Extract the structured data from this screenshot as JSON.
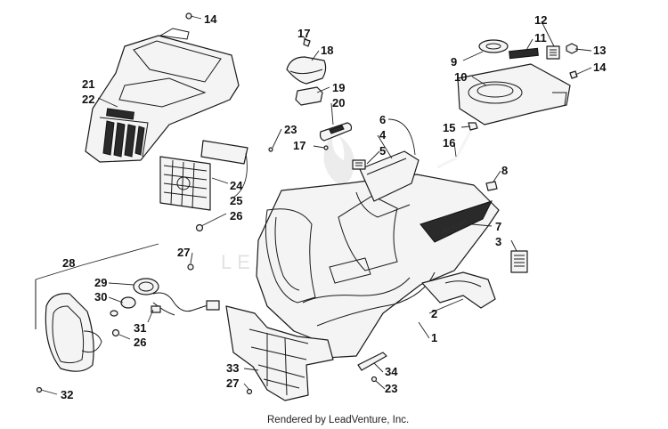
{
  "watermark_text": "LEADVENTURE",
  "footer_text": "Rendered by LeadVenture, Inc.",
  "callouts": [
    {
      "id": "c14a",
      "text": "14"
    },
    {
      "id": "c17a",
      "text": "17"
    },
    {
      "id": "c18",
      "text": "18"
    },
    {
      "id": "c12",
      "text": "12"
    },
    {
      "id": "c11",
      "text": "11"
    },
    {
      "id": "c9",
      "text": "9"
    },
    {
      "id": "c13",
      "text": "13"
    },
    {
      "id": "c14b",
      "text": "14"
    },
    {
      "id": "c10",
      "text": "10"
    },
    {
      "id": "c21",
      "text": "21"
    },
    {
      "id": "c22",
      "text": "22"
    },
    {
      "id": "c19",
      "text": "19"
    },
    {
      "id": "c20",
      "text": "20"
    },
    {
      "id": "c6",
      "text": "6"
    },
    {
      "id": "c4",
      "text": "4"
    },
    {
      "id": "c5",
      "text": "5"
    },
    {
      "id": "c15",
      "text": "15"
    },
    {
      "id": "c16",
      "text": "16"
    },
    {
      "id": "c23a",
      "text": "23"
    },
    {
      "id": "c17b",
      "text": "17"
    },
    {
      "id": "c8",
      "text": "8"
    },
    {
      "id": "c24",
      "text": "24"
    },
    {
      "id": "c25",
      "text": "25"
    },
    {
      "id": "c26a",
      "text": "26"
    },
    {
      "id": "c7",
      "text": "7"
    },
    {
      "id": "c3",
      "text": "3"
    },
    {
      "id": "c27a",
      "text": "27"
    },
    {
      "id": "c28",
      "text": "28"
    },
    {
      "id": "c29",
      "text": "29"
    },
    {
      "id": "c30",
      "text": "30"
    },
    {
      "id": "c31",
      "text": "31"
    },
    {
      "id": "c26b",
      "text": "26"
    },
    {
      "id": "c2",
      "text": "2"
    },
    {
      "id": "c1",
      "text": "1"
    },
    {
      "id": "c33",
      "text": "33"
    },
    {
      "id": "c27b",
      "text": "27"
    },
    {
      "id": "c34",
      "text": "34"
    },
    {
      "id": "c23b",
      "text": "23"
    },
    {
      "id": "c32",
      "text": "32"
    }
  ]
}
